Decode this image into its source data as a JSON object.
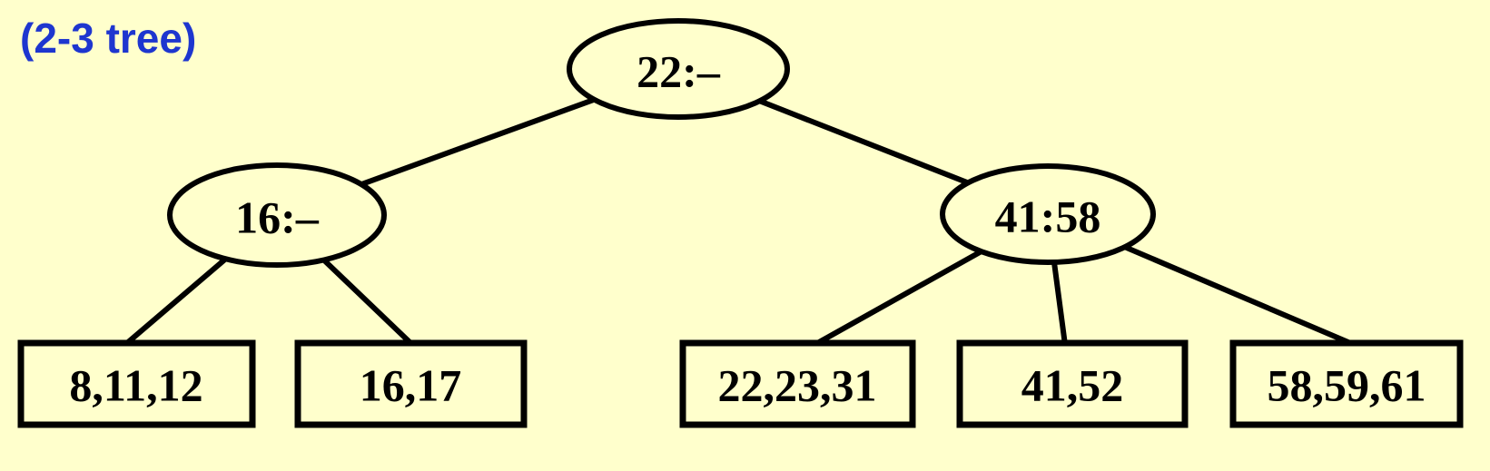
{
  "title": "(2-3 tree)",
  "colors": {
    "background": "#FFFFCC",
    "title_text": "#1E36CF",
    "node_stroke": "#000000",
    "node_text": "#000000"
  },
  "tree": {
    "type": "2-3 tree",
    "root": {
      "label": "22:–"
    },
    "internal_nodes": [
      {
        "label": "16:–"
      },
      {
        "label": "41:58"
      }
    ],
    "leaf_nodes": [
      {
        "label": "8,11,12"
      },
      {
        "label": "16,17"
      },
      {
        "label": "22,23,31"
      },
      {
        "label": "41,52"
      },
      {
        "label": "58,59,61"
      }
    ]
  }
}
